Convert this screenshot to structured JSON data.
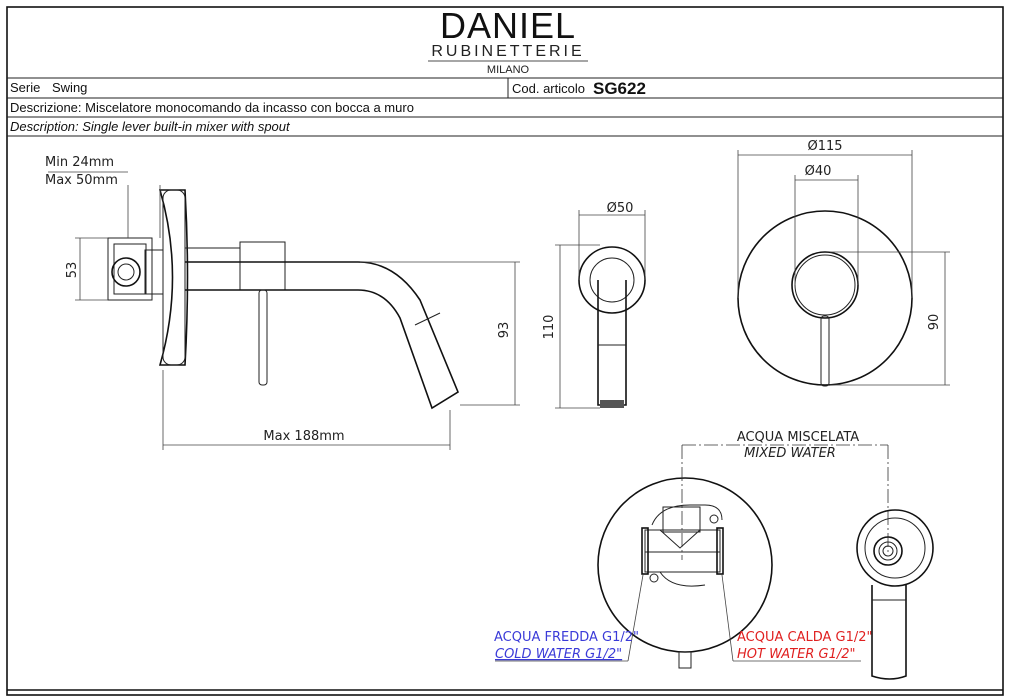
{
  "header": {
    "brand": "DANIEL",
    "brand_sub": "RUBINETTERIE",
    "brand_city": "MILANO",
    "serie_label": "Serie",
    "serie_value": "Swing",
    "code_label": "Cod. articolo",
    "code_value": "SG622",
    "descrizione": "Descrizione: Miscelatore monocomando da incasso con bocca a muro",
    "description": "Description: Single lever built-in mixer with spout"
  },
  "dimensions": {
    "min_depth": "Min 24mm",
    "max_depth": "Max 50mm",
    "height_53": "53",
    "height_93": "93",
    "max_length": "Max 188mm",
    "diam_50": "Ø50",
    "height_110": "110",
    "diam_115": "Ø115",
    "diam_40": "Ø40",
    "height_90": "90"
  },
  "connections": {
    "mixed_it": "ACQUA MISCELATA",
    "mixed_en": "MIXED WATER",
    "cold_it": "ACQUA FREDDA G1/2\"",
    "cold_en": "COLD WATER G1/2\"",
    "hot_it": "ACQUA CALDA G1/2\"",
    "hot_en": "HOT WATER G1/2\"",
    "cold_color": "#3a3ad8",
    "hot_color": "#e02020"
  }
}
